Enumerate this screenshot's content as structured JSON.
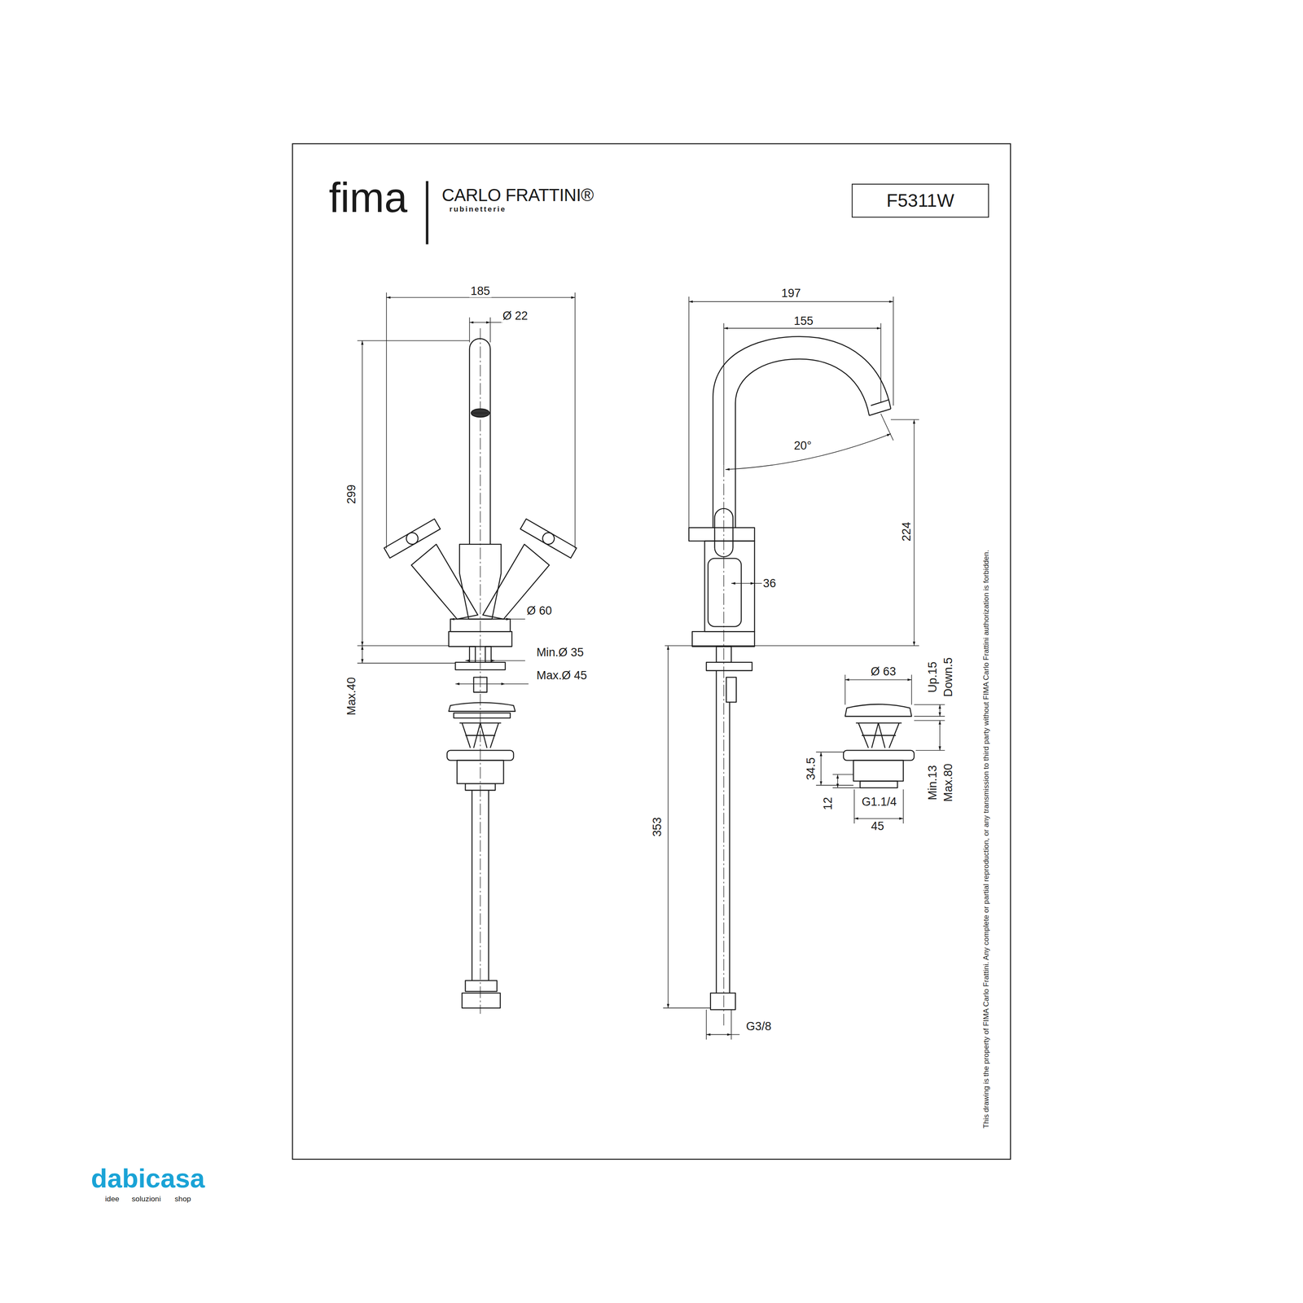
{
  "diagram": {
    "nodes": [
      {
        "text": [
          "F5311W"
        ]
      }
    ],
    "labels": [
      "fima",
      "CARLO FRATTINI®",
      "rubinetterie",
      "185",
      "Ø 22",
      "299",
      "Ø 60",
      "Min.Ø 35",
      "Max.Ø 45",
      "Max.40",
      "197",
      "155",
      "20°",
      "224",
      "36",
      "353",
      "G3/8",
      "Ø 63",
      "Up.15",
      "Down.5",
      "34.5",
      "12",
      "G1.1/4",
      "45",
      "Min.13",
      "Max.80",
      "This drawing is the property of FIMA Carlo Frattini. Any complete or partial reproduction, or any transmission to third party without FIMA Carlo Frattini authorization is forbidden.",
      "dabicasa",
      "idee",
      "soluzioni",
      "shop"
    ]
  }
}
